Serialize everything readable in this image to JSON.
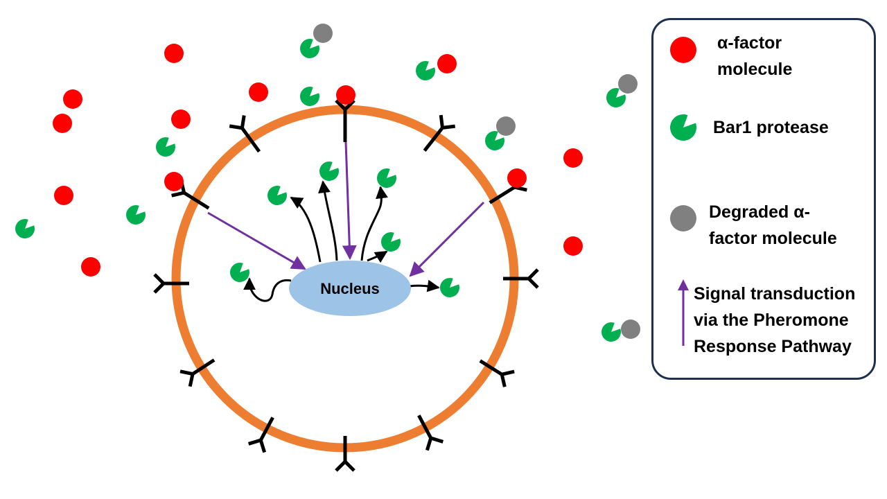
{
  "nucleus": {
    "label": "Nucleus"
  },
  "colors": {
    "alpha_factor": "#ff0000",
    "bar1": "#00b050",
    "degraded": "#808080",
    "membrane": "#ed7d31",
    "nucleus": "#9dc3e6",
    "signal_arrow": "#7030a0",
    "receptor": "#000000",
    "legend_border": "#1f2f4f"
  },
  "icons": {
    "alpha_factor": "red-circle",
    "bar1": "green-pacman",
    "degraded": "gray-circle",
    "receptor": "y-shaped-receptor",
    "signal": "purple-arrow"
  },
  "legend": {
    "alpha": "α-factor\nmolecule",
    "bar1": "Bar1 protease",
    "degraded": "Degraded α-\nfactor molecule",
    "signal": "Signal transduction\nvia the Pheromone\nResponse Pathway"
  }
}
